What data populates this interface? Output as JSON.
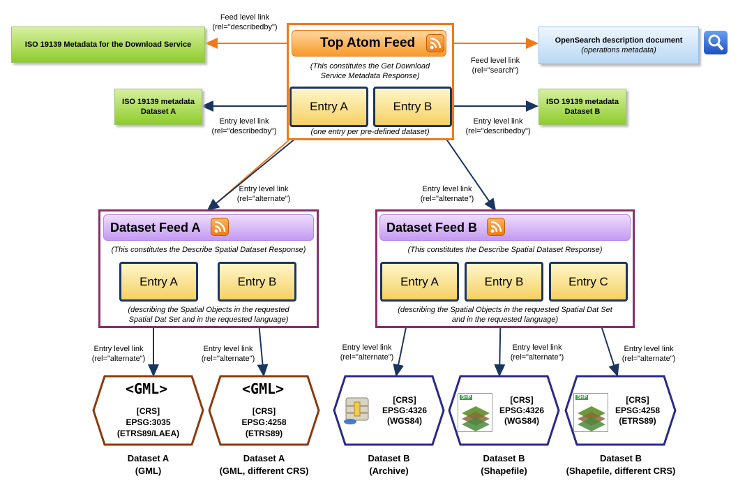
{
  "top_feed": {
    "title": "Top Atom Feed",
    "note_line1": "(This constitutes the Get Download",
    "note_line2": "Service Metadata Response)",
    "entry_a": "Entry A",
    "entry_b": "Entry B",
    "entries_note": "(one entry per pre-defined dataset)"
  },
  "left_meta": {
    "label": "ISO 19139 Metadata for the Download Service"
  },
  "right_meta": {
    "line1": "OpenSearch description document",
    "line2": "(operations metadata)"
  },
  "meta_a": {
    "line1": "ISO 19139 metadata",
    "line2": "Dataset A"
  },
  "meta_b": {
    "line1": "ISO 19139 metadata",
    "line2": "Dataset B"
  },
  "links": {
    "feed_describedby": {
      "line1": "Feed level link",
      "line2": "(rel=\"describedby\")"
    },
    "feed_search": {
      "line1": "Feed level link",
      "line2": "(rel=\"search\")"
    },
    "entry_describedby_a": {
      "line1": "Entry level link",
      "line2": "(rel=\"describedby\")"
    },
    "entry_describedby_b": {
      "line1": "Entry level link",
      "line2": "(rel=\"describedby\")"
    },
    "alternate_a": {
      "line1": "Entry level link",
      "line2": "(rel=\"alternate\")"
    },
    "alternate_b": {
      "line1": "Entry level link",
      "line2": "(rel=\"alternate\")"
    },
    "alt_1": {
      "line1": "Entry level link",
      "line2": "(rel=\"alternate\")"
    },
    "alt_2": {
      "line1": "Entry level link",
      "line2": "(rel=\"alternate\")"
    },
    "alt_3": {
      "line1": "Entry level link",
      "line2": "(rel=\"alternate\")"
    },
    "alt_4": {
      "line1": "Entry level link",
      "line2": "(rel=\"alternate\")"
    },
    "alt_5": {
      "line1": "Entry level link",
      "line2": "(rel=\"alternate\")"
    }
  },
  "feed_a": {
    "title": "Dataset Feed A",
    "note": "(This constitutes the Describe Spatial Dataset Response)",
    "entry_a": "Entry A",
    "entry_b": "Entry B",
    "desc_line1": "(describing the Spatial Objects in the requested",
    "desc_line2": "Spatial Dat Set and in the requested language)"
  },
  "feed_b": {
    "title": "Dataset Feed B",
    "note": "(This constitutes the Describe Spatial Dataset Response)",
    "entry_a": "Entry A",
    "entry_b": "Entry B",
    "entry_c": "Entry C",
    "desc_line1": "(describing the Spatial Objects in the requested Spatial Dat Set",
    "desc_line2": "and in the requested language)"
  },
  "outputs": [
    {
      "badge": "<GML>",
      "line1": "[CRS]",
      "line2": "EPSG:3035",
      "line3": "(ETRS89/LAEA)",
      "cap1": "Dataset A",
      "cap2": "(GML)",
      "color": "#8b3a0e"
    },
    {
      "badge": "<GML>",
      "line1": "[CRS]",
      "line2": "EPSG:4258",
      "line3": "(ETRS89)",
      "cap1": "Dataset A",
      "cap2": "(GML, different CRS)",
      "color": "#8b3a0e"
    },
    {
      "badge": "",
      "line1": "[CRS]",
      "line2": "EPSG:4326",
      "line3": "(WGS84)",
      "cap1": "Dataset B",
      "cap2": "(Archive)",
      "color": "#2a2a8a"
    },
    {
      "badge": "SHP",
      "line1": "[CRS]",
      "line2": "EPSG:4326",
      "line3": "(WGS84)",
      "cap1": "Dataset B",
      "cap2": "(Shapefile)",
      "color": "#2a2a8a"
    },
    {
      "badge": "SHP",
      "line1": "[CRS]",
      "line2": "EPSG:4258",
      "line3": "(ETRS89)",
      "cap1": "Dataset B",
      "cap2": "(Shapefile, different CRS)",
      "color": "#2a2a8a"
    }
  ],
  "colors": {
    "orange": "#f07a1a",
    "purple": "#8a2f6a",
    "navy": "#1a3560",
    "brown": "#8b3a0e",
    "indigo": "#2a2a8a"
  },
  "icons": [
    "rss-icon",
    "search-icon",
    "archive-icon",
    "shapefile-icon"
  ]
}
